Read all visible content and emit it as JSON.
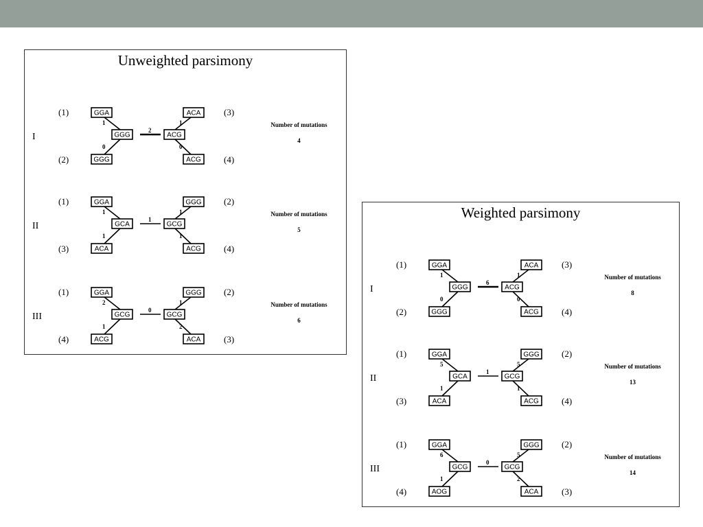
{
  "colors": {
    "header_bar": "#949f9a",
    "panel_border": "#333333",
    "ink": "#000000"
  },
  "panels": [
    {
      "id": "unweighted",
      "title": "Unweighted parsimony",
      "count_label": "Number of mutations",
      "trees": [
        {
          "numeral": "I",
          "leaves": [
            {
              "index": "(1)",
              "seq": "GGA"
            },
            {
              "index": "(2)",
              "seq": "GGG"
            },
            {
              "index": "(3)",
              "seq": "ACA"
            },
            {
              "index": "(4)",
              "seq": "ACG"
            }
          ],
          "internal": [
            {
              "seq": "GGG"
            },
            {
              "seq": "ACG"
            }
          ],
          "weights": {
            "tl": "1",
            "bl": "0",
            "center": "2",
            "tr": "1",
            "br": "0"
          },
          "center_bold": true,
          "mutations": "4"
        },
        {
          "numeral": "II",
          "leaves": [
            {
              "index": "(1)",
              "seq": "GGA"
            },
            {
              "index": "(3)",
              "seq": "ACA"
            },
            {
              "index": "(2)",
              "seq": "GGG"
            },
            {
              "index": "(4)",
              "seq": "ACG"
            }
          ],
          "internal": [
            {
              "seq": "GCA"
            },
            {
              "seq": "GCG"
            }
          ],
          "weights": {
            "tl": "1",
            "bl": "1",
            "center": "1",
            "tr": "1",
            "br": "1"
          },
          "center_bold": false,
          "mutations": "5"
        },
        {
          "numeral": "III",
          "leaves": [
            {
              "index": "(1)",
              "seq": "GGA"
            },
            {
              "index": "(4)",
              "seq": "ACG"
            },
            {
              "index": "(2)",
              "seq": "GGG"
            },
            {
              "index": "(3)",
              "seq": "ACA"
            }
          ],
          "internal": [
            {
              "seq": "GCG"
            },
            {
              "seq": "GCG"
            }
          ],
          "weights": {
            "tl": "2",
            "bl": "1",
            "center": "0",
            "tr": "1",
            "br": "2"
          },
          "center_bold": false,
          "mutations": "6"
        }
      ]
    },
    {
      "id": "weighted",
      "title": "Weighted parsimony",
      "count_label": "Number of mutations",
      "trees": [
        {
          "numeral": "I",
          "leaves": [
            {
              "index": "(1)",
              "seq": "GGA"
            },
            {
              "index": "(2)",
              "seq": "GGG"
            },
            {
              "index": "(3)",
              "seq": "ACA"
            },
            {
              "index": "(4)",
              "seq": "ACG"
            }
          ],
          "internal": [
            {
              "seq": "GGG"
            },
            {
              "seq": "ACG"
            }
          ],
          "weights": {
            "tl": "1",
            "bl": "0",
            "center": "6",
            "tr": "1",
            "br": "0"
          },
          "center_bold": true,
          "mutations": "8"
        },
        {
          "numeral": "II",
          "leaves": [
            {
              "index": "(1)",
              "seq": "GGA"
            },
            {
              "index": "(3)",
              "seq": "ACA"
            },
            {
              "index": "(2)",
              "seq": "GGG"
            },
            {
              "index": "(4)",
              "seq": "ACG"
            }
          ],
          "internal": [
            {
              "seq": "GCA"
            },
            {
              "seq": "GCG"
            }
          ],
          "weights": {
            "tl": "5",
            "bl": "1",
            "center": "1",
            "tr": "5",
            "br": "1"
          },
          "center_bold": false,
          "mutations": "13"
        },
        {
          "numeral": "III",
          "leaves": [
            {
              "index": "(1)",
              "seq": "GGA"
            },
            {
              "index": "(4)",
              "seq": "AOG"
            },
            {
              "index": "(2)",
              "seq": "GGG"
            },
            {
              "index": "(3)",
              "seq": "ACA"
            }
          ],
          "internal": [
            {
              "seq": "GCG"
            },
            {
              "seq": "GCG"
            }
          ],
          "weights": {
            "tl": "6",
            "bl": "1",
            "center": "0",
            "tr": "5",
            "br": "2"
          },
          "center_bold": false,
          "mutations": "14"
        }
      ]
    }
  ]
}
